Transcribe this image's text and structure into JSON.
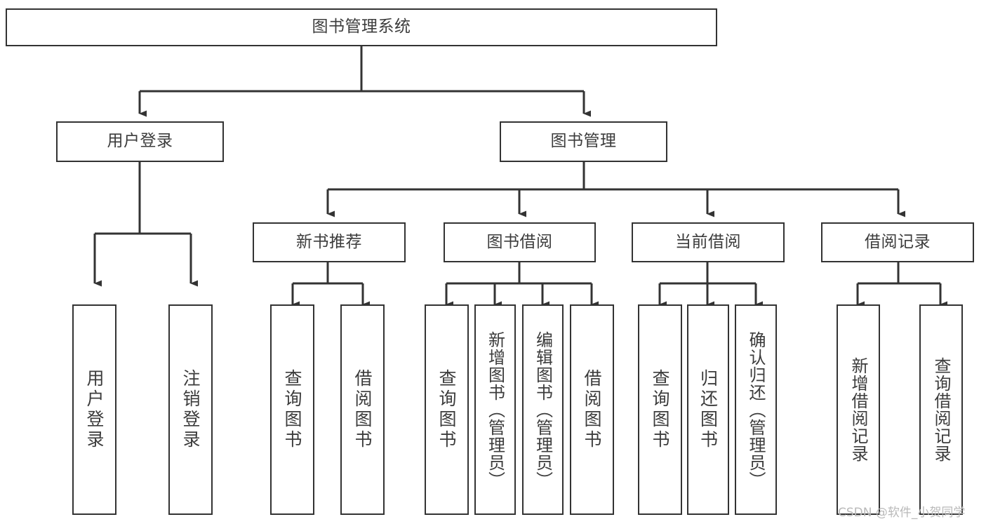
{
  "diagram": {
    "title": "图书管理系统",
    "type": "tree-hierarchy-chart",
    "colors": {
      "stroke": "#333333",
      "text": "#3c3c3c",
      "background": "#ffffff",
      "watermark": "#b9b9b9"
    },
    "nodes": {
      "root": {
        "label": "图书管理系统"
      },
      "level1": [
        {
          "label": "用户登录"
        },
        {
          "label": "图书管理"
        }
      ],
      "level2": [
        {
          "label": "新书推荐"
        },
        {
          "label": "图书借阅"
        },
        {
          "label": "当前借阅"
        },
        {
          "label": "借阅记录"
        }
      ],
      "leaves": [
        {
          "label": "用户登录",
          "parent": "用户登录"
        },
        {
          "label": "注销登录",
          "parent": "用户登录"
        },
        {
          "label": "查询图书",
          "parent": "新书推荐"
        },
        {
          "label": "借阅图书",
          "parent": "新书推荐"
        },
        {
          "label": "查询图书",
          "parent": "图书借阅"
        },
        {
          "label": "新增图书（管理员）",
          "parent": "图书借阅"
        },
        {
          "label": "编辑图书（管理员）",
          "parent": "图书借阅"
        },
        {
          "label": "借阅图书",
          "parent": "图书借阅"
        },
        {
          "label": "查询图书",
          "parent": "当前借阅"
        },
        {
          "label": "归还图书",
          "parent": "当前借阅"
        },
        {
          "label": "确认归还（管理员）",
          "parent": "当前借阅"
        },
        {
          "label": "新增借阅记录",
          "parent": "借阅记录"
        },
        {
          "label": "查询借阅记录",
          "parent": "借阅记录"
        }
      ]
    },
    "watermark": "CSDN @软件_小贺同学"
  }
}
